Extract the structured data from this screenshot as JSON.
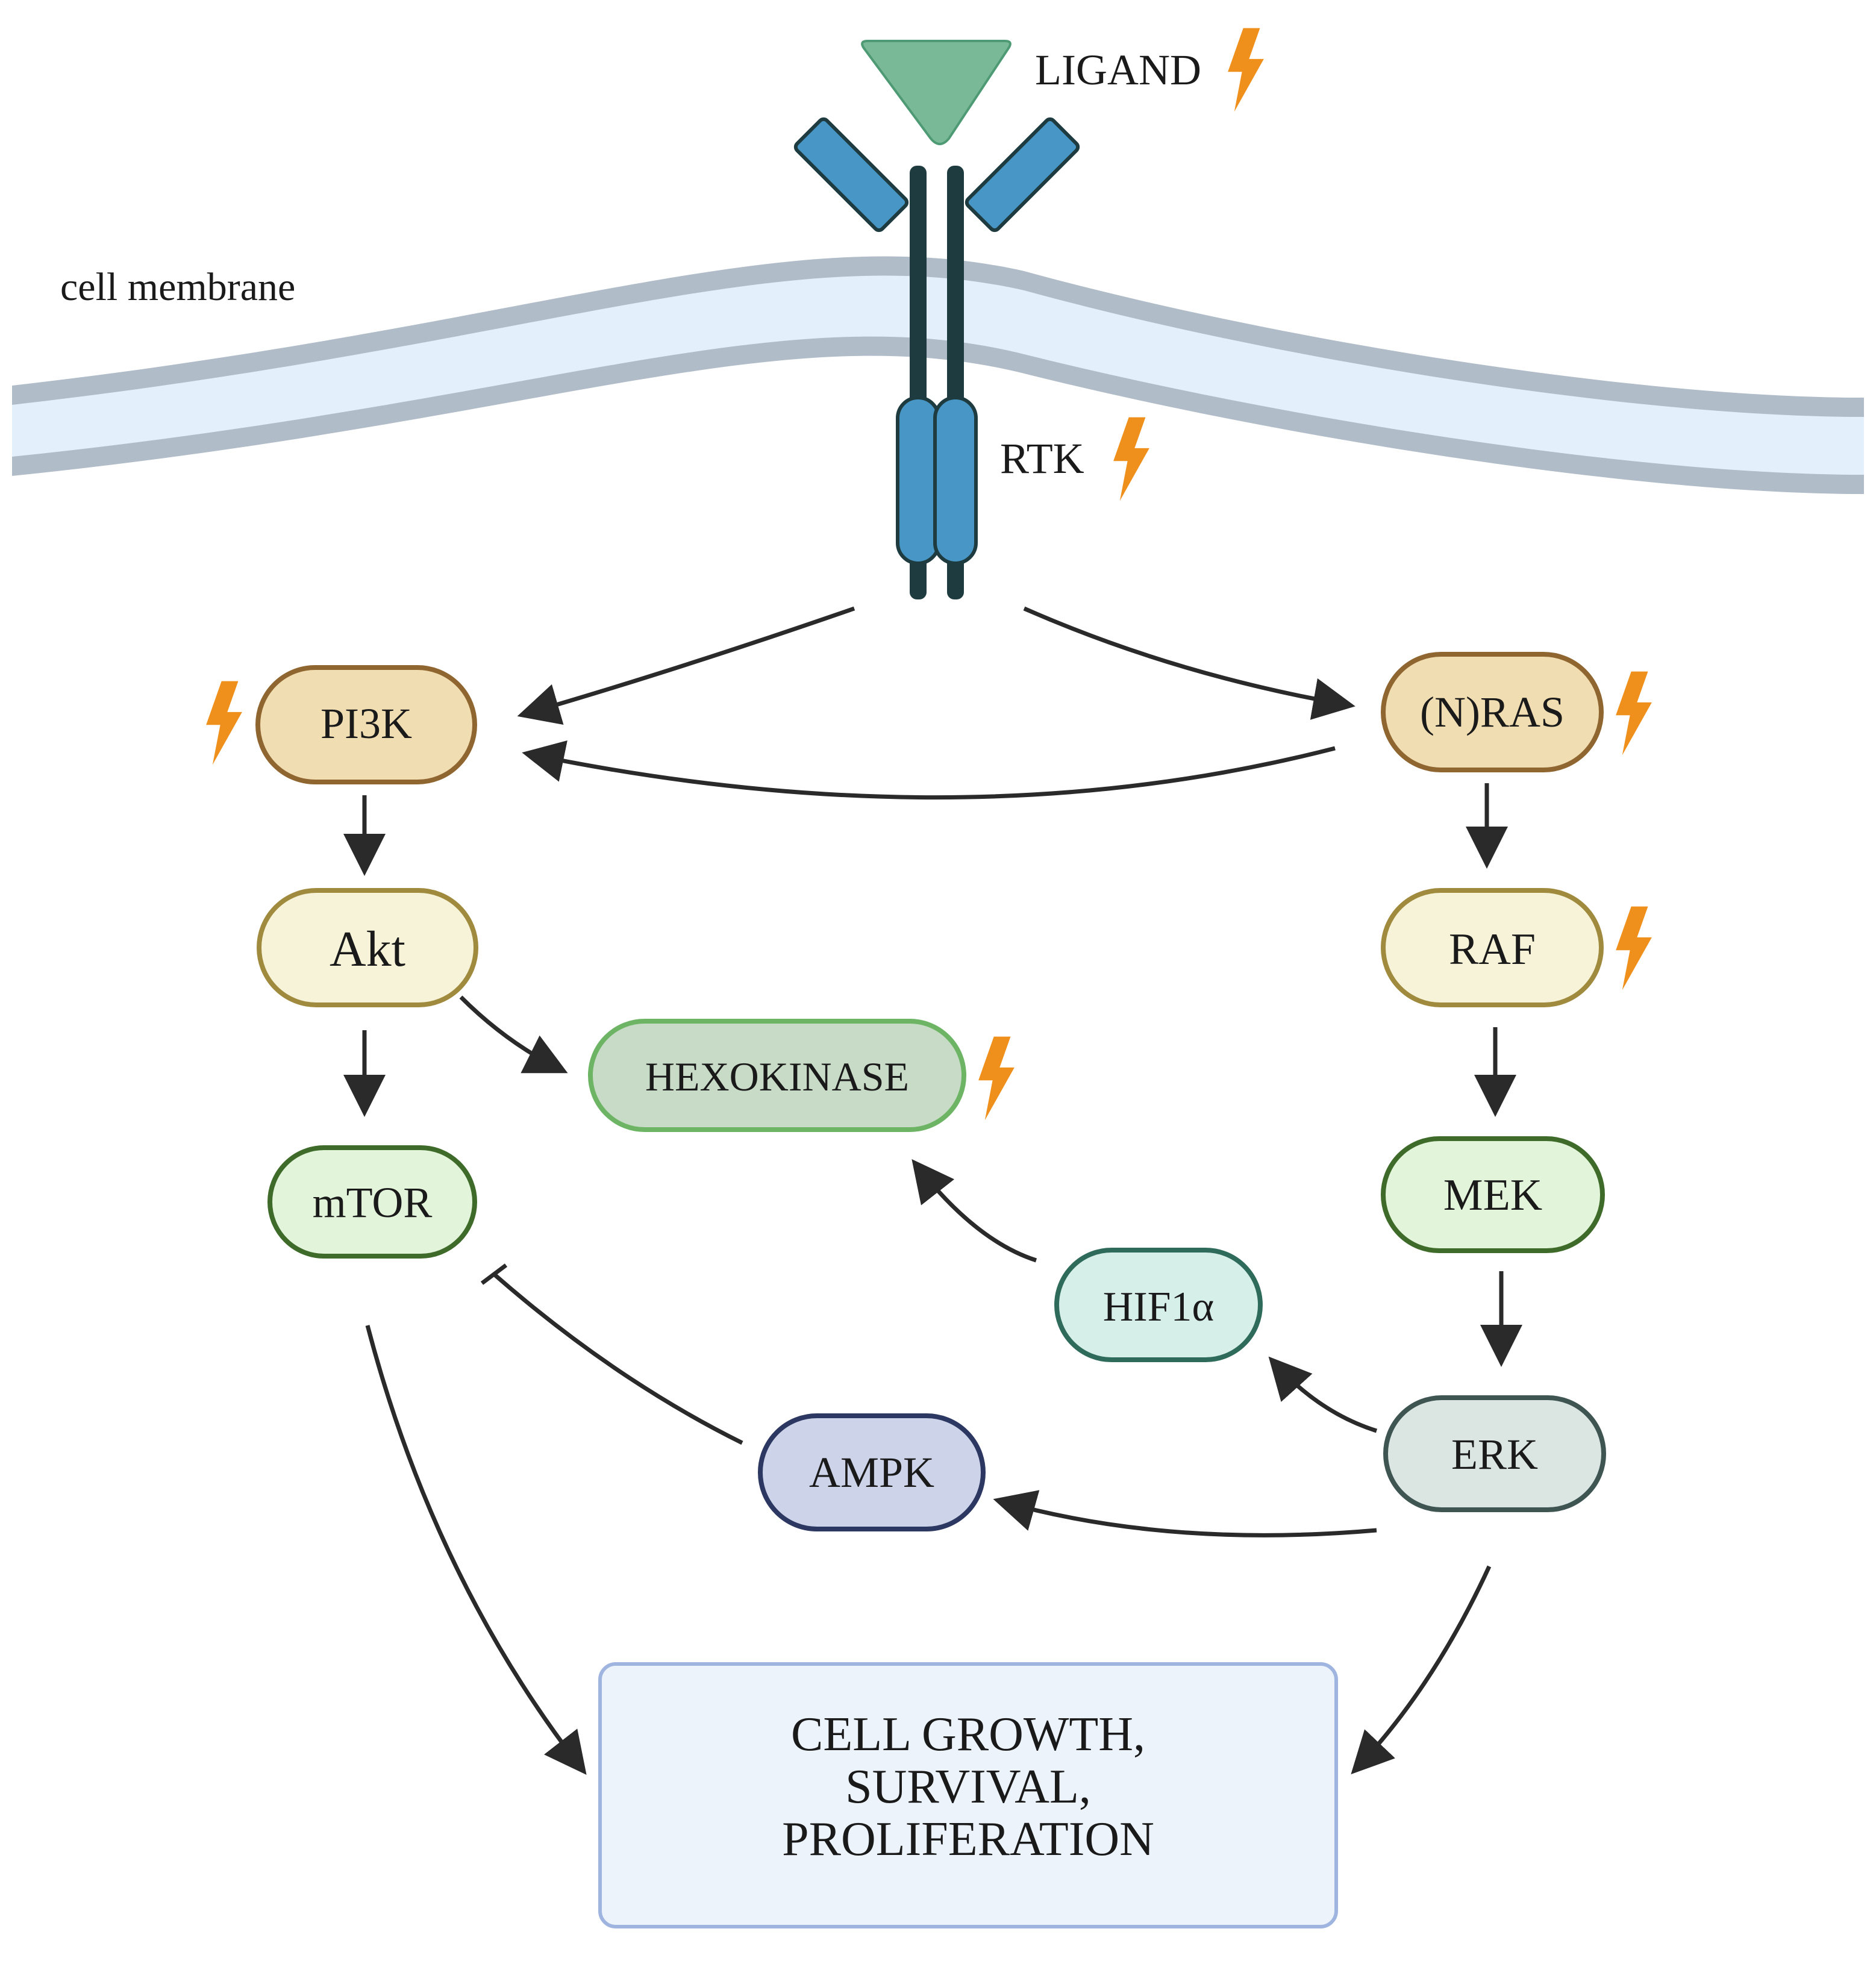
{
  "membrane": {
    "label": "cell membrane"
  },
  "receptor": {
    "ligand_label": "LIGAND",
    "rtk_label": "RTK"
  },
  "nodes": {
    "pi3k": "PI3K",
    "nras": "(N)RAS",
    "akt": "Akt",
    "raf": "RAF",
    "hexokinase": "HEXOKINASE",
    "mtor": "mTOR",
    "mek": "MEK",
    "hif1a": "HIF1α",
    "erk": "ERK",
    "ampk": "AMPK"
  },
  "outcome": {
    "line1": "CELL GROWTH,",
    "line2": "SURVIVAL,",
    "line3": "PROLIFERATION"
  },
  "colors": {
    "membrane_band": "#b0bcc8",
    "membrane_inner": "#e3f0fc",
    "receptor_blue": "#4796c6",
    "receptor_stem": "#1e3b40",
    "ligand_green": "#7ab997",
    "mutation_bolt": "#f0901c",
    "arrow": "#2a2a2a"
  },
  "icons": [
    "lightning-bolt-icon"
  ]
}
